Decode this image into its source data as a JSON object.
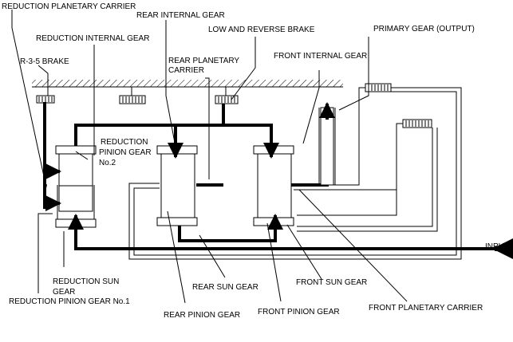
{
  "labels": {
    "reduction_planetary_carrier": "REDUCTION PLANETARY CARRIER",
    "rear_internal_gear": "REAR INTERNAL GEAR",
    "reduction_internal_gear": "REDUCTION INTERNAL GEAR",
    "low_and_reverse_brake": "LOW AND REVERSE BRAKE",
    "primary_gear_output": "PRIMARY GEAR (OUTPUT)",
    "r35_brake": "R-3-5 BRAKE",
    "rear_planetary_carrier_1": "REAR PLANETARY",
    "rear_planetary_carrier_2": "CARRIER",
    "front_internal_gear": "FRONT INTERNAL GEAR",
    "reduction_pinion_gear2_1": "REDUCTION",
    "reduction_pinion_gear2_2": "PINION GEAR",
    "reduction_pinion_gear2_3": "No.2",
    "input": "INPUT",
    "reduction_sun_gear_1": "REDUCTION SUN",
    "reduction_sun_gear_2": "GEAR",
    "rear_sun_gear": "REAR SUN GEAR",
    "front_sun_gear": "FRONT SUN GEAR",
    "reduction_pinion_gear1": "REDUCTION PINION GEAR No.1",
    "front_planetary_carrier": "FRONT PLANETARY CARRIER",
    "rear_pinion_gear": "REAR PINION GEAR",
    "front_pinion_gear": "FRONT PINION GEAR"
  }
}
